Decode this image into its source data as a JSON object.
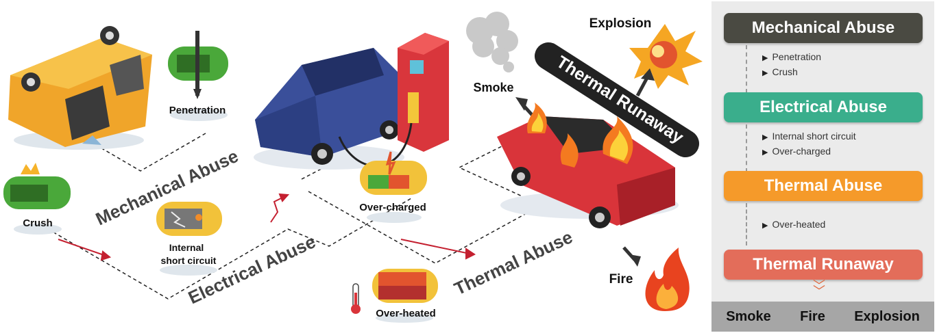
{
  "scene": {
    "mechanical_label": "Mechanical Abuse",
    "electrical_label": "Electrical Abuse",
    "thermal_label": "Thermal Abuse",
    "runaway_label": "Thermal Runaway",
    "penetration": "Penetration",
    "crush": "Crush",
    "internal_short_line1": "Internal",
    "internal_short_line2": "short circuit",
    "over_charged": "Over-charged",
    "over_heated": "Over-heated",
    "smoke": "Smoke",
    "fire": "Fire",
    "explosion": "Explosion"
  },
  "panel": {
    "steps": [
      {
        "title": "Mechanical Abuse",
        "color": "#4a4a42",
        "items": [
          "Penetration",
          "Crush"
        ]
      },
      {
        "title": "Electrical Abuse",
        "color": "#3aae8c",
        "items": [
          "Internal short circuit",
          "Over-charged"
        ]
      },
      {
        "title": "Thermal Abuse",
        "color": "#f59a2a",
        "items": [
          "Over-heated"
        ]
      },
      {
        "title": "Thermal Runaway",
        "color": "#e36d5a",
        "items": []
      }
    ],
    "outcomes": [
      "Smoke",
      "Fire",
      "Explosion"
    ]
  },
  "colors": {
    "yellow_car": "#f0a52a",
    "blue_car": "#3a4f9a",
    "red_car": "#d9343a",
    "battery_green": "#4aa83a",
    "battery_yellow": "#f2c23a",
    "arrow_red": "#c42030"
  },
  "icons": [
    "car-crash-icon",
    "battery-penetration-icon",
    "battery-crush-icon",
    "battery-short-icon",
    "charging-station-icon",
    "battery-charged-icon",
    "battery-heated-icon",
    "thermometer-icon",
    "smoke-cloud-icon",
    "explosion-icon",
    "fire-icon",
    "burning-car-icon"
  ]
}
